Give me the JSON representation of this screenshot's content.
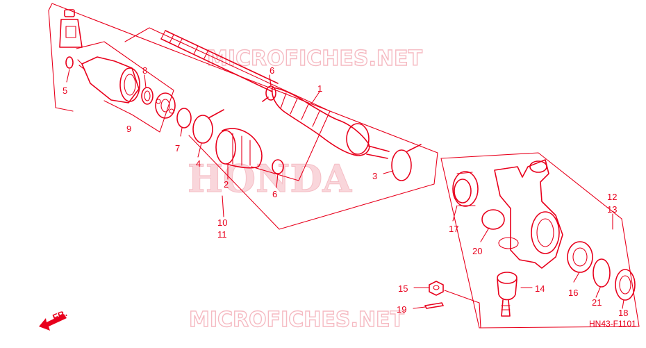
{
  "watermarks": {
    "top": "MICROFICHES.NET",
    "bottom": "MICROFICHES.NET",
    "center": "HONDA"
  },
  "diagram_code": "HN43-F1101",
  "direction_label": "FR.",
  "callouts": {
    "c1": "1",
    "c2": "2",
    "c3": "3",
    "c4": "4",
    "c5": "5",
    "c6a": "6",
    "c6b": "6",
    "c7": "7",
    "c8": "8",
    "c9": "9",
    "c10": "10",
    "c11": "11",
    "c12": "12",
    "c13": "13",
    "c14": "14",
    "c15": "15",
    "c16": "16",
    "c17": "17",
    "c18": "18",
    "c19": "19",
    "c20": "20",
    "c21": "21"
  }
}
